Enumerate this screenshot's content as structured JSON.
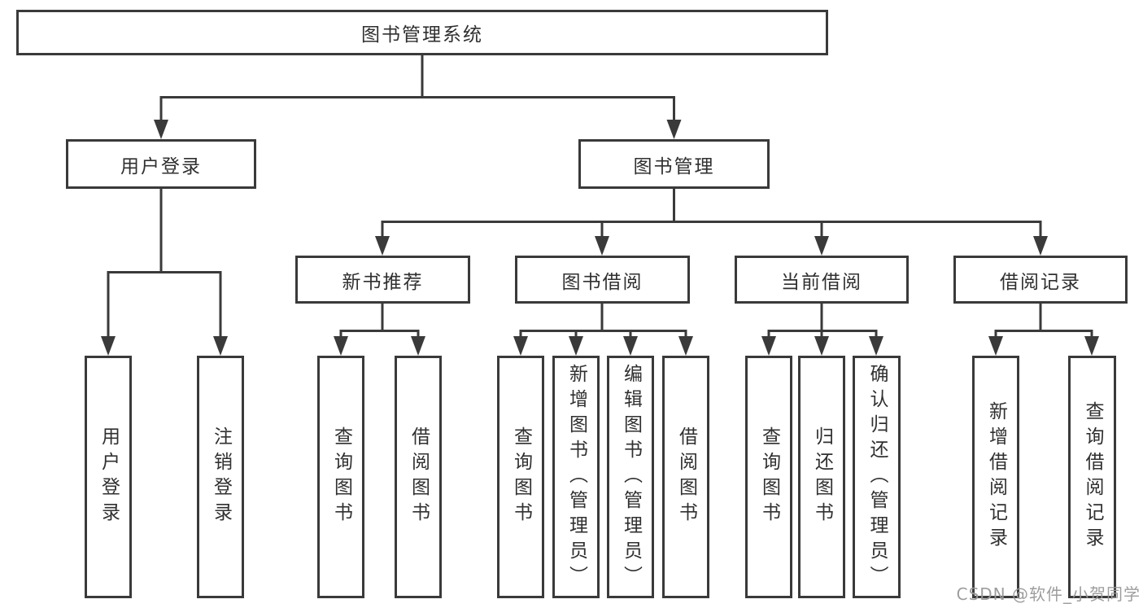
{
  "diagram": {
    "type": "hierarchy-tree",
    "root": {
      "label": "图书管理系统",
      "children": [
        {
          "label": "用户登录",
          "children": [
            {
              "label": "用户登录"
            },
            {
              "label": "注销登录"
            }
          ]
        },
        {
          "label": "图书管理",
          "children": [
            {
              "label": "新书推荐",
              "children": [
                {
                  "label": "查询图书"
                },
                {
                  "label": "借阅图书"
                }
              ]
            },
            {
              "label": "图书借阅",
              "children": [
                {
                  "label": "查询图书"
                },
                {
                  "label": "新增图书（管理员）"
                },
                {
                  "label": "编辑图书（管理员）"
                },
                {
                  "label": "借阅图书"
                }
              ]
            },
            {
              "label": "当前借阅",
              "children": [
                {
                  "label": "查询图书"
                },
                {
                  "label": "归还图书"
                },
                {
                  "label": "确认归还（管理员）"
                }
              ]
            },
            {
              "label": "借阅记录",
              "children": [
                {
                  "label": "新增借阅记录"
                },
                {
                  "label": "查询借阅记录"
                }
              ]
            }
          ]
        }
      ]
    },
    "colors": {
      "line": "#3a3a3a",
      "text": "#303030",
      "box_fill": "#ffffff",
      "background": "#ffffff",
      "watermark": "#989898"
    }
  },
  "watermark": {
    "text": "CSDN @软件_小贺同学"
  }
}
